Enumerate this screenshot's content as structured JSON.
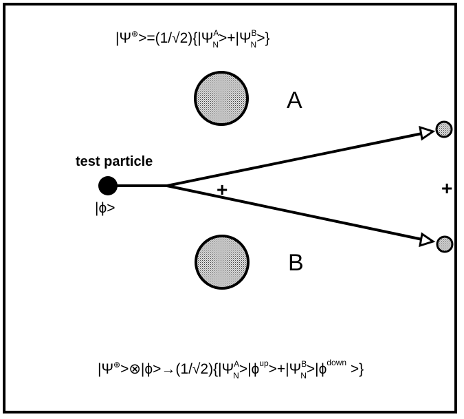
{
  "equation_top": {
    "prefix": "|Ψ",
    "sup1": "⊕",
    "mid1": ">=(1/√2){|Ψ",
    "sub_a": "N",
    "sup_a": "A",
    "mid2": ">+|Ψ",
    "sub_b": "N",
    "sup_b": "B",
    "suffix": ">}"
  },
  "labels": {
    "detector_a": "A",
    "detector_b": "B",
    "test_particle": "test particle",
    "initial_state": "|ϕ>",
    "plus_center": "+",
    "plus_right": "+"
  },
  "equation_bottom": {
    "p1": "|Ψ",
    "sup1": "⊕",
    "p2": ">⊗|ϕ>→(1/√2){|Ψ",
    "sub_a": "N",
    "sup_a": "A",
    "p3": ">|ϕ",
    "sup_up": "up",
    "p4": ">+|Ψ",
    "sub_b": "N",
    "sup_b": "B",
    "p5": ">|ϕ",
    "sup_down": "down",
    "p6": " >}"
  },
  "colors": {
    "ink": "#000000",
    "dot_fill": "#bdbdbd",
    "background": "#ffffff"
  }
}
